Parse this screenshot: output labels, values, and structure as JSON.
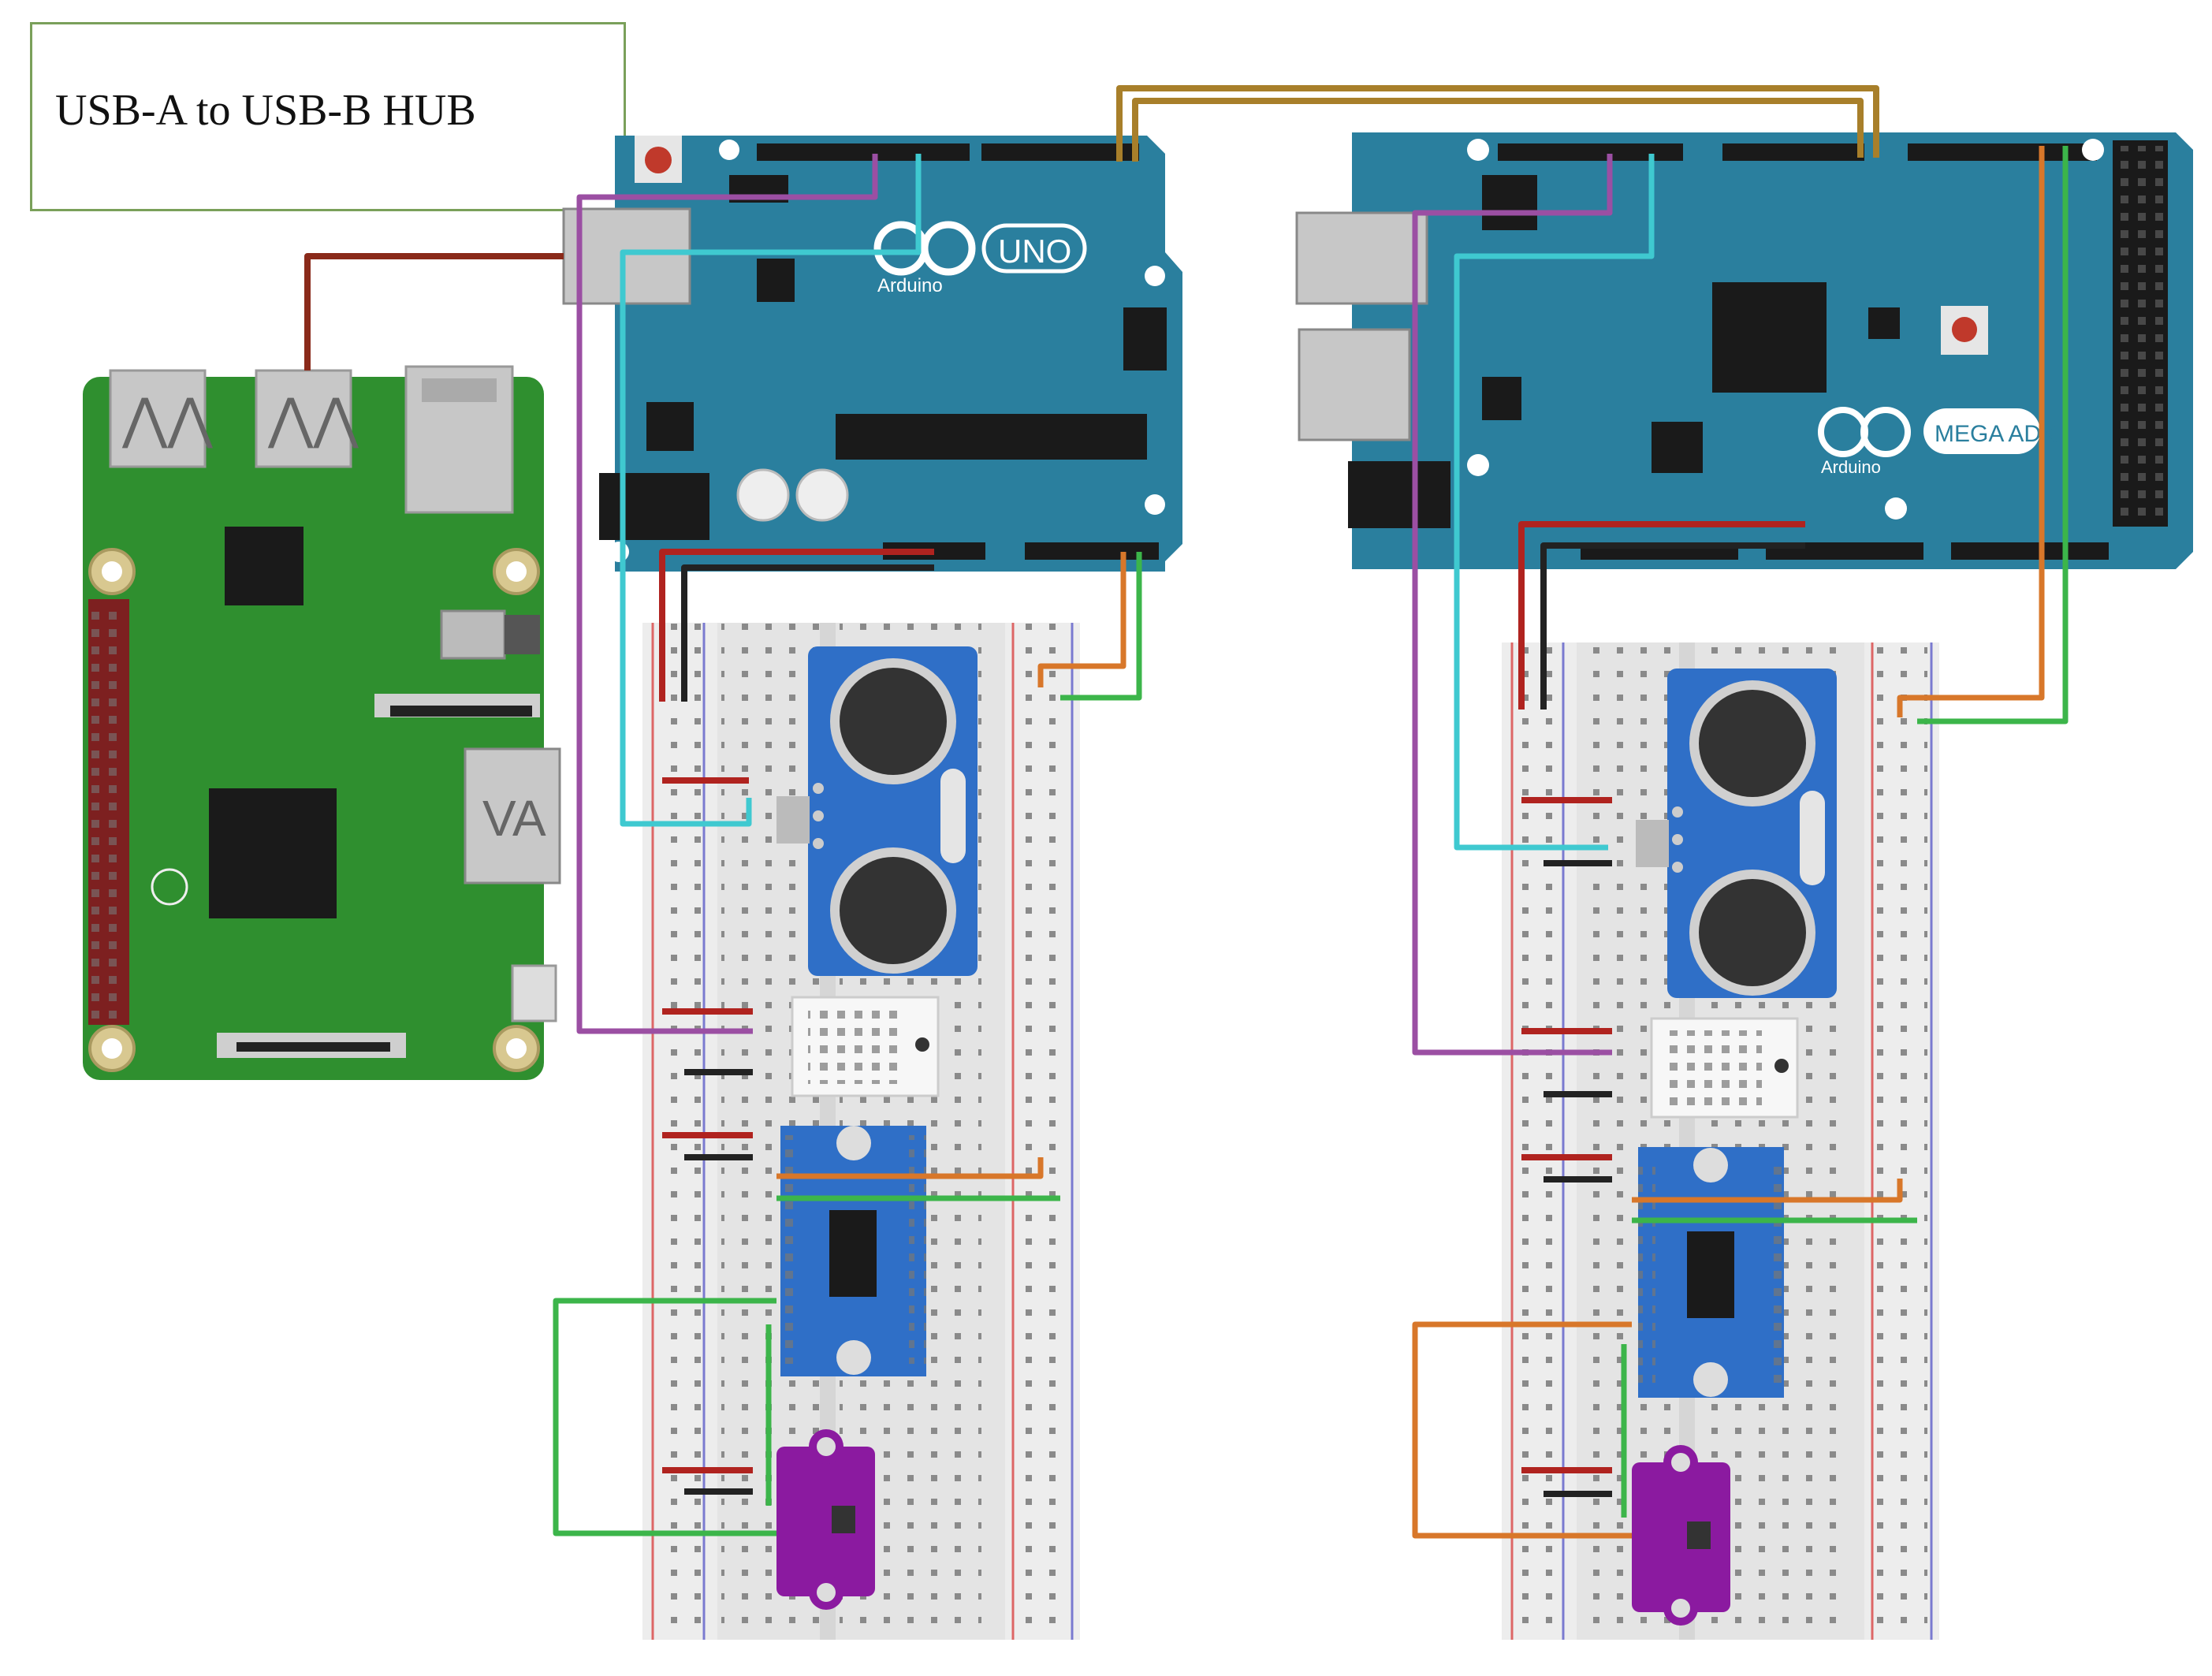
{
  "hub": {
    "label": "USB-A to USB-B HUB"
  },
  "boards": {
    "uno": {
      "badge": "UNO",
      "brand": "Arduino"
    },
    "mega": {
      "badge": "MEGA ADK",
      "brand": "Arduino"
    }
  },
  "colors": {
    "pi_green": "#2f8f2f",
    "arduino_teal": "#2a7f9e",
    "sensor_blue": "#2f6fc7",
    "purple_board": "#8b1aa0",
    "wire_red": "#b0231f",
    "wire_black": "#222222",
    "wire_cyan": "#3fc9d0",
    "wire_purple": "#9b4fa3",
    "wire_orange": "#d8772a",
    "wire_green": "#3cb54a",
    "wire_gold": "#a87f2a",
    "wire_maroon": "#8a2a1a"
  },
  "icons": [
    "raspberry-pi-board",
    "arduino-uno-board",
    "arduino-mega-board",
    "ultrasonic-sensor",
    "temperature-humidity-sensor",
    "multiplexer-module",
    "sensor-breakout",
    "breadboard"
  ]
}
